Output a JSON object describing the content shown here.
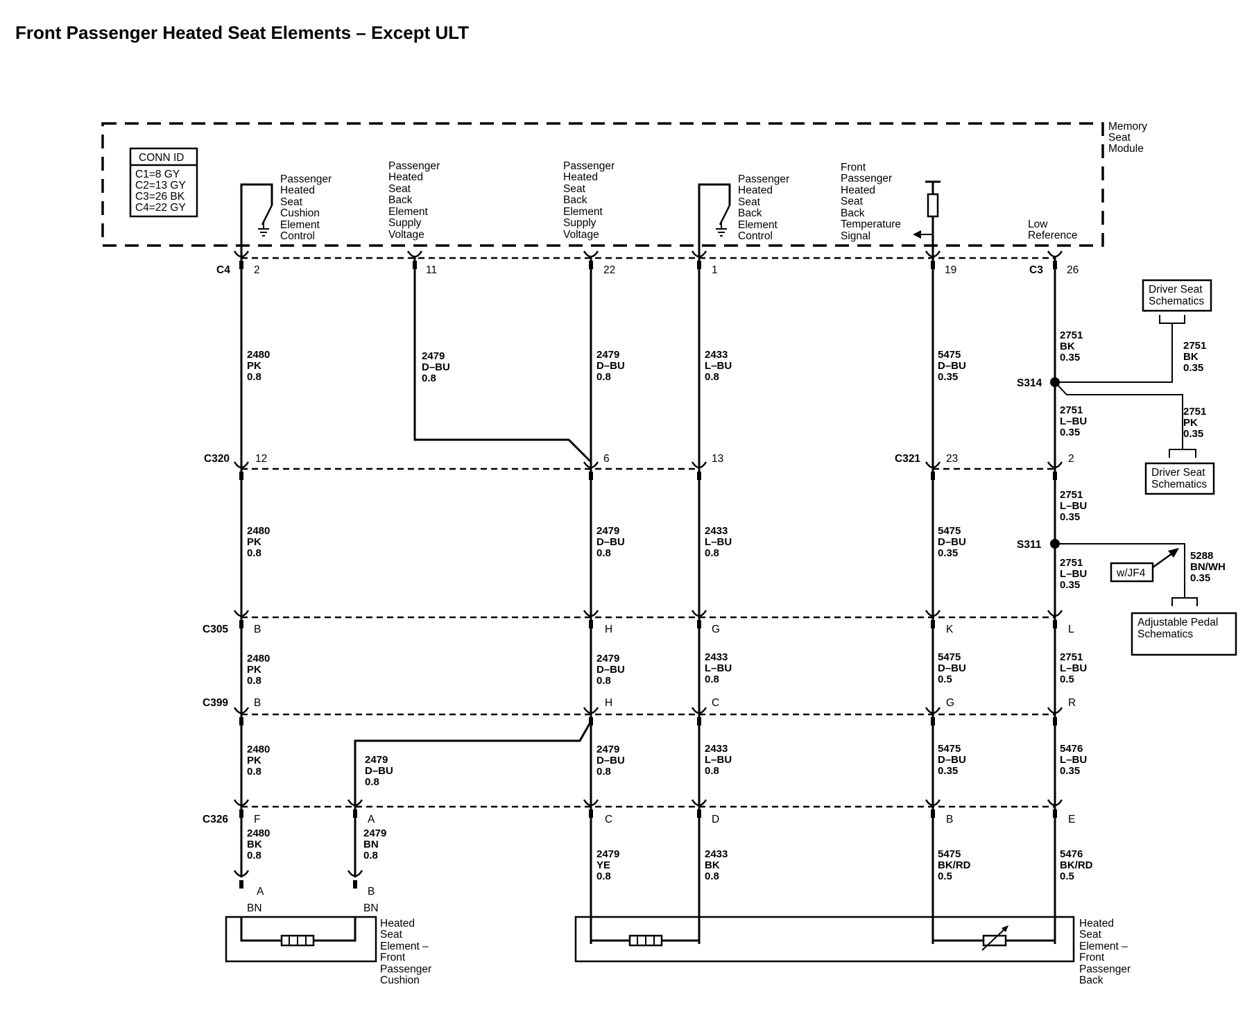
{
  "title": "Front Passenger Heated Seat Elements – Except ULT",
  "module": {
    "name": [
      "Memory",
      "Seat",
      "Module"
    ]
  },
  "conn_id": {
    "header": "CONN ID",
    "rows": [
      "C1=8 GY",
      "C2=13 GY",
      "C3=26 BK",
      "C4=22 GY"
    ]
  },
  "module_labels": {
    "cushion_control": [
      "Passenger",
      "Heated",
      "Seat",
      "Cushion",
      "Element",
      "Control"
    ],
    "cushion_supply": [
      "Passenger",
      "Heated",
      "Seat",
      "Back",
      "Element",
      "Supply",
      "Voltage"
    ],
    "back_supply": [
      "Passenger",
      "Heated",
      "Seat",
      "Back",
      "Element",
      "Supply",
      "Voltage"
    ],
    "back_control": [
      "Passenger",
      "Heated",
      "Seat",
      "Back",
      "Element",
      "Control"
    ],
    "temp_signal": [
      "Front",
      "Passenger",
      "Heated",
      "Seat",
      "Back",
      "Temperature",
      "Signal"
    ],
    "low_ref": [
      "Low",
      "Reference"
    ]
  },
  "connectors": {
    "c4": "C4",
    "c3": "C3",
    "c320": "C320",
    "c321": "C321",
    "c305": "C305",
    "c399": "C399",
    "c326": "C326"
  },
  "pins": {
    "c4_2": "2",
    "c4_11": "11",
    "c4_22": "22",
    "c4_1": "1",
    "c4_19": "19",
    "c3_26": "26",
    "c320_12": "12",
    "c320_6": "6",
    "c320_13": "13",
    "c321_23": "23",
    "c321_2": "2",
    "c305_b": "B",
    "c305_h": "H",
    "c305_g": "G",
    "c305_k": "K",
    "c305_l": "L",
    "c399_b": "B",
    "c399_h": "H",
    "c399_c": "C",
    "c399_g": "G",
    "c399_r": "R",
    "c326_f": "F",
    "c326_a": "A",
    "c326_c": "C",
    "c326_d": "D",
    "c326_b": "B",
    "c326_e": "E",
    "cush_a": "A",
    "cush_b": "B",
    "cush_a_color": "BN",
    "cush_b_color": "BN"
  },
  "wires": {
    "w2480_1": [
      "2480",
      "PK",
      "0.8"
    ],
    "w2479_1": [
      "2479",
      "D–BU",
      "0.8"
    ],
    "w2479_2": [
      "2479",
      "D–BU",
      "0.8"
    ],
    "w2433_1": [
      "2433",
      "L–BU",
      "0.8"
    ],
    "w5475_1": [
      "5475",
      "D–BU",
      "0.35"
    ],
    "w2751_1": [
      "2751",
      "BK",
      "0.35"
    ],
    "w2751_2": [
      "2751",
      "BK",
      "0.35"
    ],
    "w2751_3": [
      "2751",
      "L–BU",
      "0.35"
    ],
    "w2751_4": [
      "2751",
      "PK",
      "0.35"
    ],
    "w2480_2": [
      "2480",
      "PK",
      "0.8"
    ],
    "w2479_3": [
      "2479",
      "D–BU",
      "0.8"
    ],
    "w2433_2": [
      "2433",
      "L–BU",
      "0.8"
    ],
    "w5475_2": [
      "5475",
      "D–BU",
      "0.35"
    ],
    "w2751_5": [
      "2751",
      "L–BU",
      "0.35"
    ],
    "w2751_6": [
      "2751",
      "L–BU",
      "0.35"
    ],
    "w5288": [
      "5288",
      "BN/WH",
      "0.35"
    ],
    "w2480_3": [
      "2480",
      "PK",
      "0.8"
    ],
    "w2479_4": [
      "2479",
      "D–BU",
      "0.8"
    ],
    "w2433_3": [
      "2433",
      "L–BU",
      "0.8"
    ],
    "w5475_3": [
      "5475",
      "D–BU",
      "0.5"
    ],
    "w2751_7": [
      "2751",
      "L–BU",
      "0.5"
    ],
    "w2480_4": [
      "2480",
      "PK",
      "0.8"
    ],
    "w2479_5": [
      "2479",
      "D–BU",
      "0.8"
    ],
    "w2479_6": [
      "2479",
      "D–BU",
      "0.8"
    ],
    "w2433_4": [
      "2433",
      "L–BU",
      "0.8"
    ],
    "w5475_4": [
      "5475",
      "D–BU",
      "0.35"
    ],
    "w5476_1": [
      "5476",
      "L–BU",
      "0.35"
    ],
    "w2480_5": [
      "2480",
      "BK",
      "0.8"
    ],
    "w2479_7": [
      "2479",
      "BN",
      "0.8"
    ],
    "w2479_8": [
      "2479",
      "YE",
      "0.8"
    ],
    "w2433_5": [
      "2433",
      "BK",
      "0.8"
    ],
    "w5475_5": [
      "5475",
      "BK/RD",
      "0.5"
    ],
    "w5476_2": [
      "5476",
      "BK/RD",
      "0.5"
    ]
  },
  "splices": {
    "s314": "S314",
    "s311": "S311"
  },
  "ref_boxes": {
    "driver_seat_1": [
      "Driver Seat",
      "Schematics"
    ],
    "driver_seat_2": [
      "Driver Seat",
      "Schematics"
    ],
    "adjustable_pedal": [
      "Adjustable Pedal",
      "Schematics"
    ],
    "option": "w/JF4"
  },
  "components": {
    "cushion": [
      "Heated",
      "Seat",
      "Element –",
      "Front",
      "Passenger",
      "Cushion"
    ],
    "back": [
      "Heated",
      "Seat",
      "Element –",
      "Front",
      "Passenger",
      "Back"
    ]
  }
}
